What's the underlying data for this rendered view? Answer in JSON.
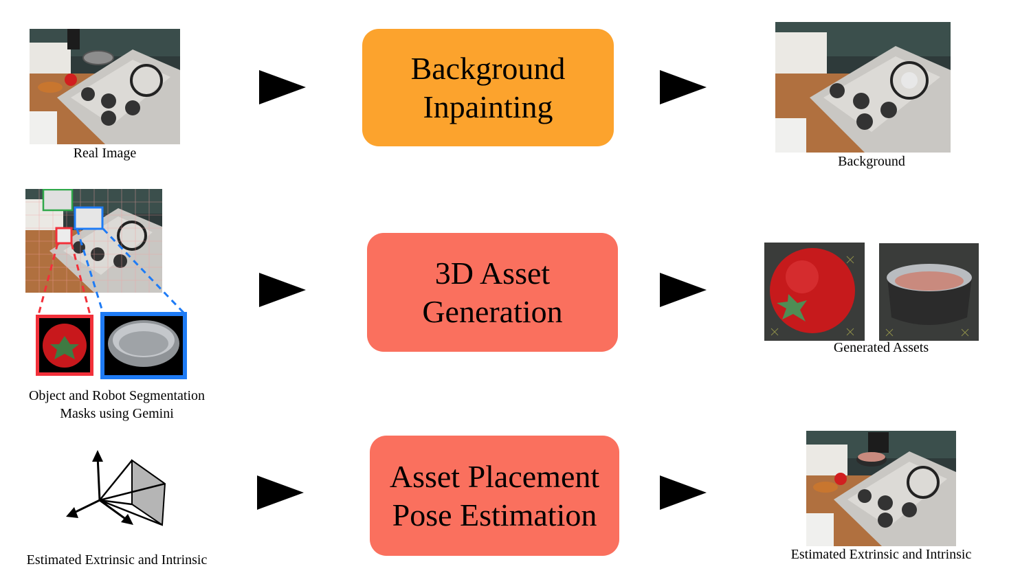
{
  "rows": [
    {
      "left_caption": "Real Image",
      "process": [
        "Background",
        "Inpainting"
      ],
      "right_caption": "Background",
      "color": "#FCA32D"
    },
    {
      "left_caption": [
        "Object and Robot Segmentation",
        "Masks using Gemini"
      ],
      "process": [
        "3D Asset",
        "Generation"
      ],
      "right_caption": "Generated Assets",
      "color": "#FA705E"
    },
    {
      "left_caption": "Estimated Extrinsic and Intrinsic",
      "process": [
        "Asset Placement",
        "Pose Estimation"
      ],
      "right_caption": "Estimated Extrinsic and Intrinsic",
      "color": "#FA705E"
    }
  ],
  "colors": {
    "inpainting_box": "#FCA32D",
    "generation_box": "#FA705E",
    "placement_box": "#FA705E",
    "mask_red": "#F2303A",
    "mask_blue": "#1E7BF5",
    "mask_green": "#2FA84A"
  },
  "icons": {
    "arrow": "triangle-right-arrow",
    "camera": "camera-frustum-axes-icon"
  }
}
